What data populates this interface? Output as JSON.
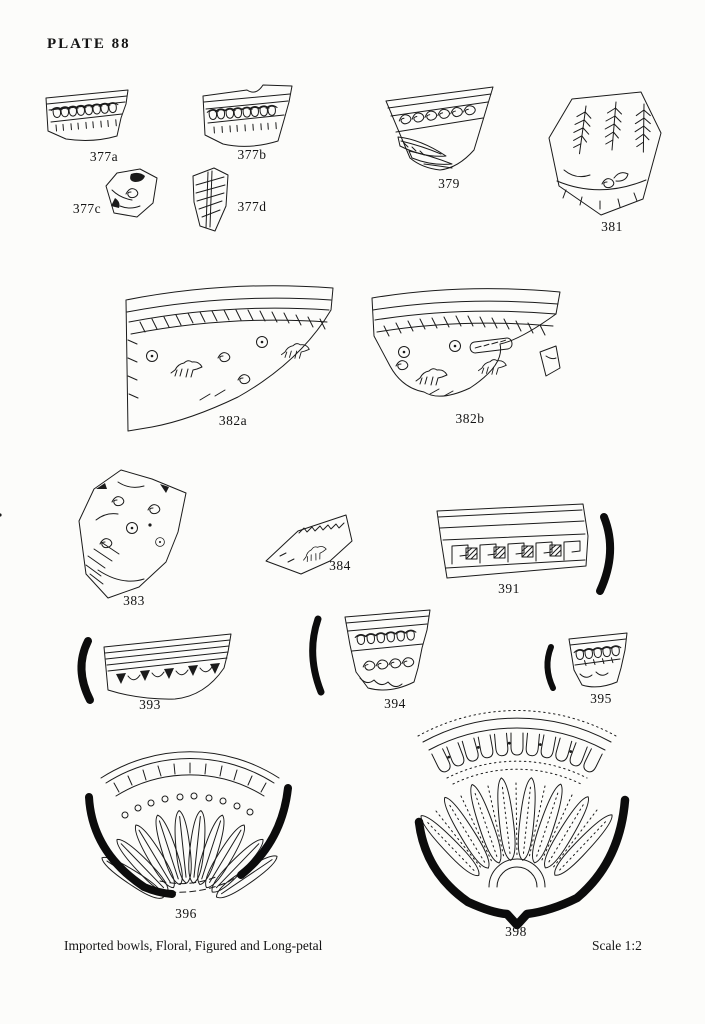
{
  "page": {
    "title": "PLATE 88",
    "caption": "Imported bowls, Floral, Figured and Long-petal",
    "scale_note": "Scale 1:2"
  },
  "colors": {
    "paper": "#fcfcfa",
    "ink": "#1b1b1b"
  },
  "labels": {
    "377a": "377a",
    "377b": "377b",
    "377c": "377c",
    "377d": "377d",
    "379": "379",
    "381": "381",
    "382a": "382a",
    "382b": "382b",
    "383": "383",
    "384": "384",
    "391": "391",
    "393": "393",
    "394": "394",
    "395": "395",
    "396": "396",
    "398": "398"
  }
}
